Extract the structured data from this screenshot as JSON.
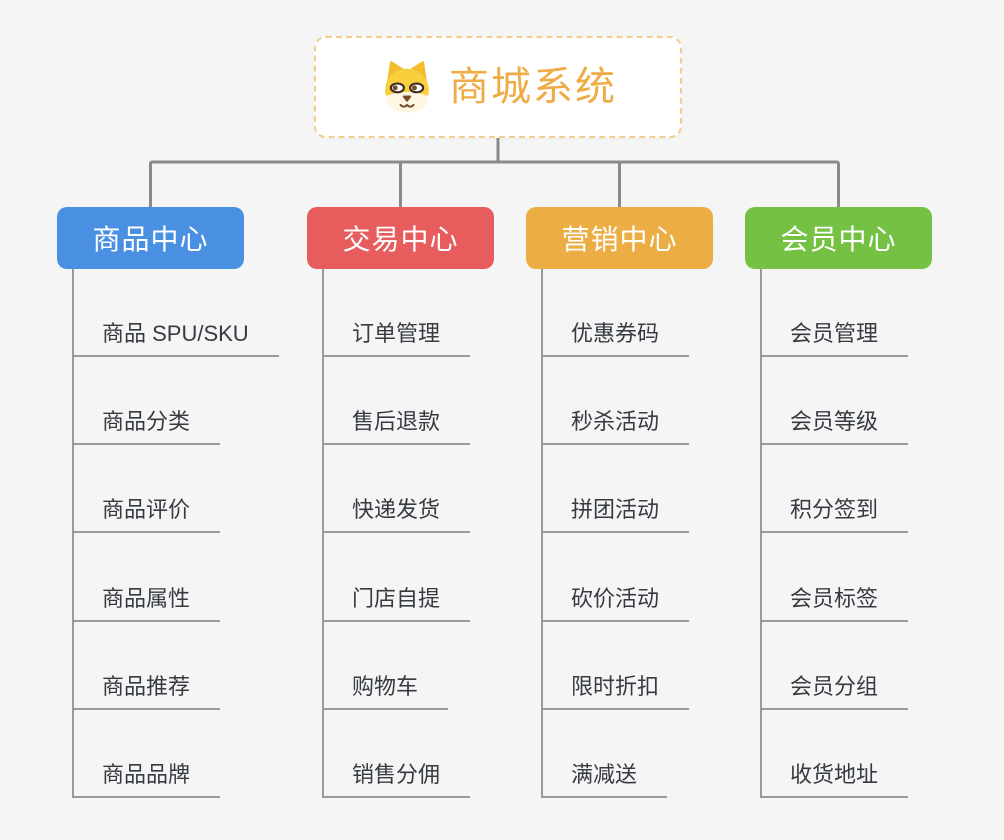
{
  "root": {
    "title": "商城系统",
    "icon": "dog-face-icon",
    "text_color": "#efab45",
    "border_color": "#f3cd8e"
  },
  "branches": [
    {
      "id": "product-center",
      "label": "商品中心",
      "color": "#4a90e2",
      "items": [
        "商品 SPU/SKU",
        "商品分类",
        "商品评价",
        "商品属性",
        "商品推荐",
        "商品品牌"
      ]
    },
    {
      "id": "trade-center",
      "label": "交易中心",
      "color": "#e75c5c",
      "items": [
        "订单管理",
        "售后退款",
        "快递发货",
        "门店自提",
        "购物车",
        "销售分佣"
      ]
    },
    {
      "id": "marketing-center",
      "label": "营销中心",
      "color": "#ecae44",
      "items": [
        "优惠券码",
        "秒杀活动",
        "拼团活动",
        "砍价活动",
        "限时折扣",
        "满减送"
      ]
    },
    {
      "id": "member-center",
      "label": "会员中心",
      "color": "#74c143",
      "items": [
        "会员管理",
        "会员等级",
        "积分签到",
        "会员标签",
        "会员分组",
        "收货地址"
      ]
    }
  ],
  "colors": {
    "background": "#f5f5f5",
    "connector": "#8a8a8a",
    "leaf_line": "#9a9a9a",
    "leaf_text": "#363b42"
  }
}
